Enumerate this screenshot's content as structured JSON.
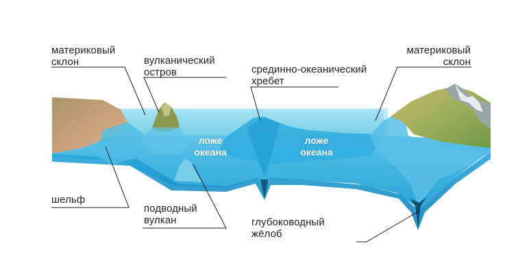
{
  "labels": {
    "continental_slope_left": "материковый\nсклон",
    "volcanic_island": "вулканический\nостров",
    "mid_ocean_ridge": "срединно-океанический\nхребет",
    "continental_slope_right": "материковый\nсклон",
    "shelf": "шельф",
    "underwater_volcano": "подводный\nвулкан",
    "deep_sea_trench": "глубоководный\nжёлоб",
    "ocean_floor_left": "ложе\nокеана",
    "ocean_floor_right": "ложе\nокеана"
  },
  "colors": {
    "ocean_surface": "#7fd3e8",
    "ocean_deep": "#1aa0d8",
    "land_left": "#c8a17a",
    "land_right": "#8fae5e",
    "leader_lines": "#1a1a1a"
  }
}
